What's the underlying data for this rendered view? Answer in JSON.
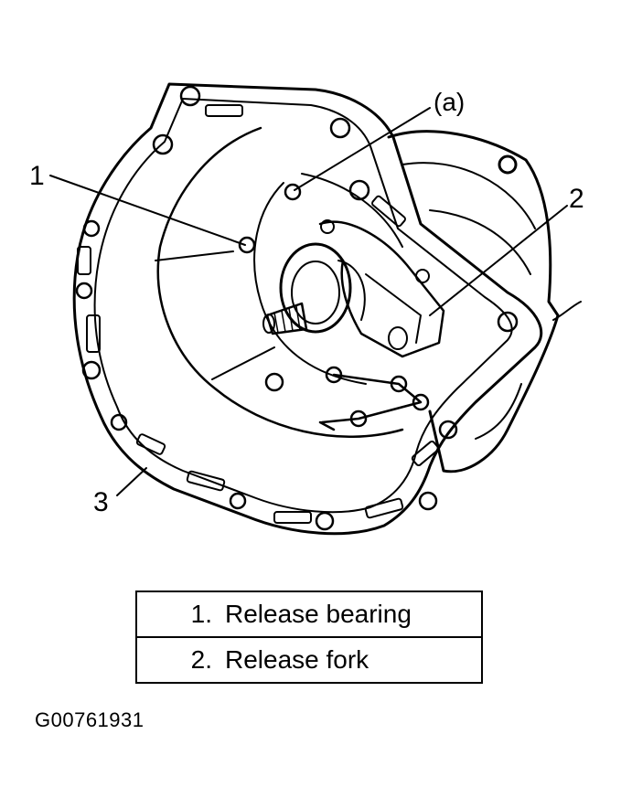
{
  "callouts": {
    "c1": "1",
    "c2": "2",
    "c3": "3",
    "ca": "(a)"
  },
  "legend": [
    {
      "number": "1.",
      "label": "Release bearing"
    },
    {
      "number": "2.",
      "label": "Release fork"
    }
  ],
  "figure_id": "G00761931"
}
